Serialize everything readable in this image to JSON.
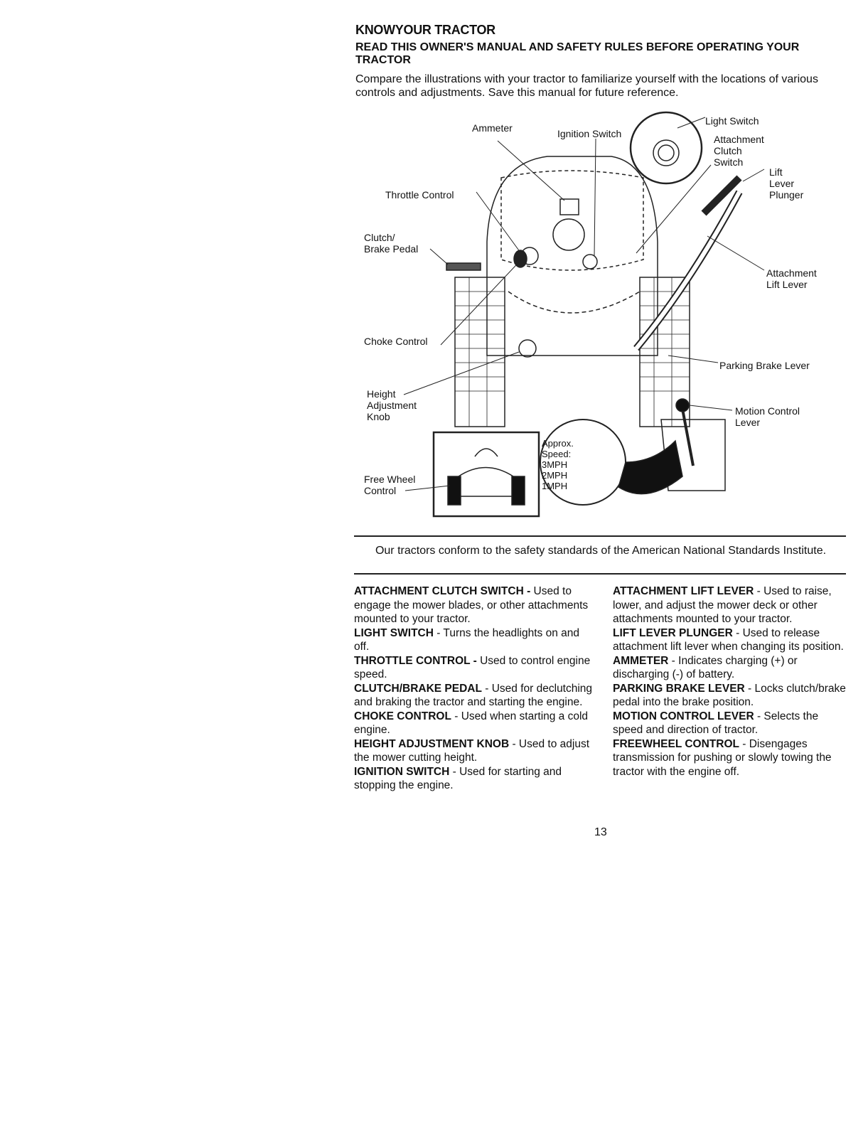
{
  "header": {
    "title": "KNOWYOUR TRACTOR",
    "subtitle": "READ THIS OWNER'S MANUAL AND SAFETY RULES BEFORE OPERATING YOUR TRACTOR",
    "intro": "Compare the illustrations with your tractor to familiarize yourself with the locations of various controls and adjustments.  Save this manual for future reference."
  },
  "figure": {
    "labels": {
      "ammeter": "Ammeter",
      "ignition_switch": "Ignition Switch",
      "light_switch": "Light Switch",
      "attachment_clutch_switch": "Attachment\nClutch\nSwitch",
      "lift_lever_plunger": "Lift\nLever\nPlunger",
      "throttle_control": "Throttle Control",
      "clutch_brake_pedal": "Clutch/\nBrake Pedal",
      "attachment_lift_lever": "Attachment\nLift Lever",
      "choke_control": "Choke Control",
      "parking_brake_lever": "Parking Brake Lever",
      "height_adjustment_knob": "Height\nAdjustment\nKnob",
      "motion_control_lever": "Motion Control\nLever",
      "free_wheel_control": "Free Wheel\nControl",
      "speed_scale": "Approx.\nSpeed:\n3MPH\n2MPH\n1MPH"
    }
  },
  "notice": "Our tractors conform to the safety standards of the American National Standards Institute.",
  "left_column": [
    {
      "term": "ATTACHMENT CLUTCH SWITCH -",
      "desc": " Used to engage the mower blades, or other attachments mounted to your tractor."
    },
    {
      "term": "LIGHT SWITCH",
      "desc": " - Turns the headlights on and off."
    },
    {
      "term": "THROTTLE CONTROL -",
      "desc": "  Used to control engine  speed."
    },
    {
      "term": "CLUTCH/BRAKE PEDAL",
      "desc": " - Used for declutching and braking the tractor and starting the engine."
    },
    {
      "term": "CHOKE CONTROL",
      "desc": " - Used when starting a cold engine."
    },
    {
      "term": "HEIGHT ADJUSTMENT KNOB",
      "desc": " - Used to adjust the mower cutting height."
    },
    {
      "term": "IGNITION SWITCH",
      "desc": " - Used for starting and stopping the engine."
    }
  ],
  "right_column": [
    {
      "term": "ATTACHMENT LIFT LEVER",
      "desc": " - Used to raise, lower, and adjust the mower deck or other attachments mounted to your tractor."
    },
    {
      "term": "LIFT LEVER PLUNGER",
      "desc": " - Used to release attachment lift lever when changing its position."
    },
    {
      "term": "AMMETER",
      "desc": " - Indicates charging (+) or discharging (-) of battery."
    },
    {
      "term": "PARKING BRAKE LEVER",
      "desc": " - Locks clutch/brake pedal into the brake position."
    },
    {
      "term": "MOTION CONTROL LEVER",
      "desc": " - Selects the speed and direction of tractor."
    },
    {
      "term": "FREEWHEEL CONTROL",
      "desc": " - Disengages transmission for pushing or slowly towing the tractor with the engine off."
    }
  ],
  "page_number": "13"
}
